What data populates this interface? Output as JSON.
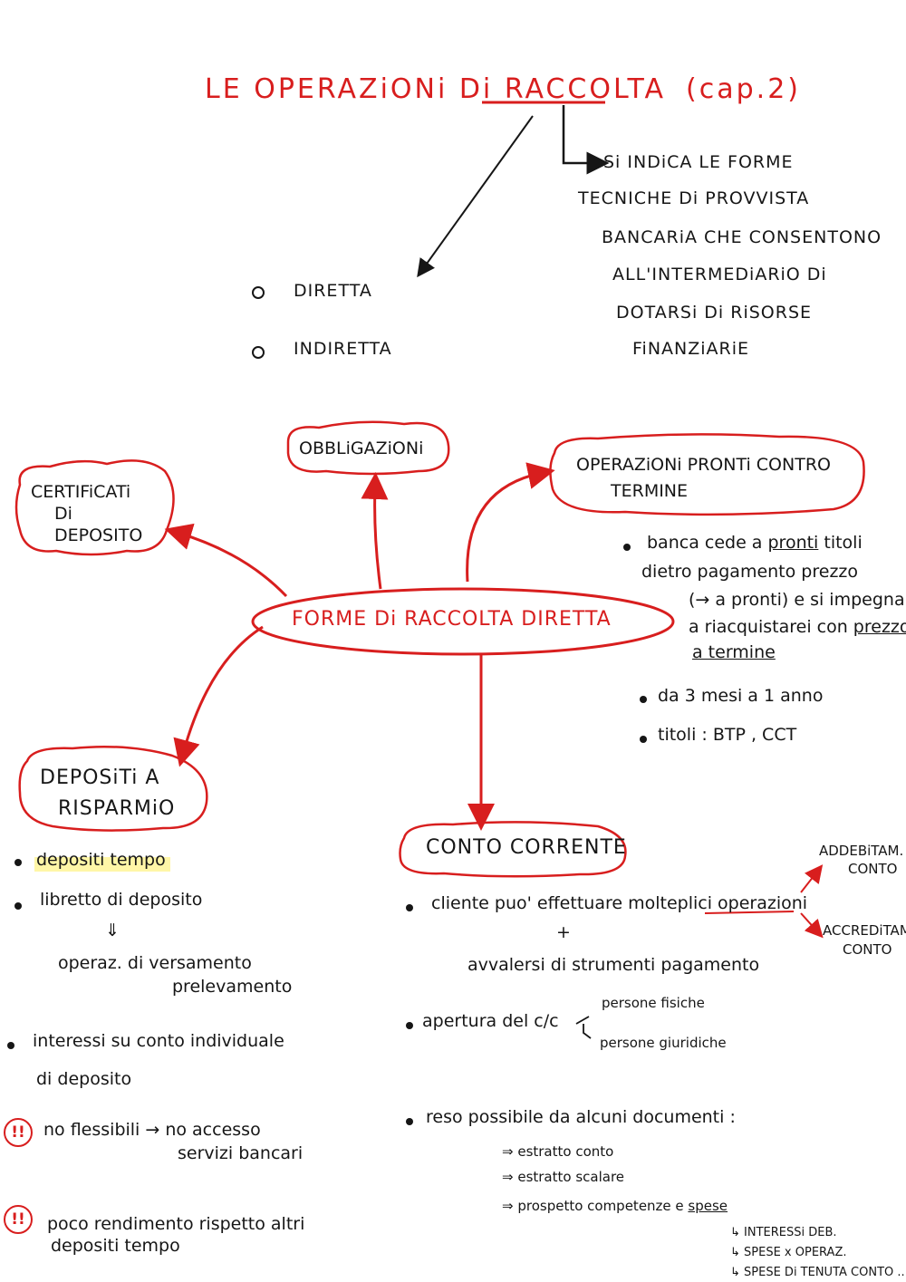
{
  "title": {
    "prefix": "LE OPERAZiONi  Di ",
    "keyword": "RACCOLTA",
    "chapter": "(cap.2)"
  },
  "definition": {
    "lines": [
      "Si  INDiCA  LE  FORME",
      "TECNICHE  Di  PROVVISTA",
      "BANCARiA  CHE  CONSENTONO",
      "ALL'INTERMEDiARiO  Di",
      "DOTARSi   Di RiSORSE",
      "FiNANZiARiE"
    ]
  },
  "types": [
    "DIRETTA",
    "INDIRETTA"
  ],
  "center": "FORME  Di  RACCOLTA  DIRETTA",
  "nodes": {
    "certificati": [
      "CERTIFiCATi",
      "Di",
      "DEPOSITO"
    ],
    "obbligazioni": "OBBLiGAZiONi",
    "pronti": [
      "OPERAZiONi  PRONTi  CONTRO",
      "TERMINE"
    ],
    "depositi": [
      "DEPOSiTi  A",
      "RISPARMiO"
    ],
    "conto": "CONTO  CORRENTE"
  },
  "pronti_notes": {
    "l1_a": "banca cede  a ",
    "l1_u": "pronti",
    "l1_b": "  titoli",
    "l2": "dietro  pagamento  prezzo",
    "l3": "(→ a pronti)  e  si impegna",
    "l4_a": "a riacquistarei  con  ",
    "l4_u": "prezzo",
    "l5_u": "a termine",
    "b2": "da  3 mesi  a  1 anno",
    "b3": "titoli :  BTP , CCT"
  },
  "depositi_notes": {
    "b1": "depositi  tempo",
    "b2": "libretto  di  deposito",
    "arrow": "⇓",
    "op_a": "operaz. di  versamento",
    "op_b": "prelevamento",
    "b3_a": "interessi  su  conto  individuale",
    "b3_b": "di  deposito",
    "w1_a": "no  flessibili  → no accesso",
    "w1_b": "servizi  bancari",
    "w2_a": "poco rendimento  rispetto  altri",
    "w2_b": "depositi  tempo",
    "warn_glyph": "!!"
  },
  "conto_notes": {
    "b1_a": "cliente  puo' effettuare  molteplici  ",
    "b1_u": "operazioni",
    "plus": "+",
    "b1_c": "avvalersi  di  strumenti  pagamento",
    "side1": [
      "ADDEBiTAM.",
      "CONTO"
    ],
    "side2": [
      "ACCREDiTAM.",
      "CONTO"
    ],
    "b2": "apertura  del  c/c",
    "pf": "persone  fisiche",
    "pg": "persone  giuridiche",
    "b3": "reso  possibile  da  alcuni  documenti :",
    "docs": [
      "⇒ estratto  conto",
      "⇒ estratto  scalare",
      "⇒ prospetto  competenze  e  "
    ],
    "spese": "spese",
    "sub": [
      "↳ INTERESSi  DEB.",
      "↳ SPESE x OPERAZ.",
      "↳ SPESE  Di  TENUTA CONTO ..."
    ]
  },
  "colors": {
    "ink": "#161616",
    "accent": "#d81e1e",
    "highlight": "#fff38a"
  }
}
